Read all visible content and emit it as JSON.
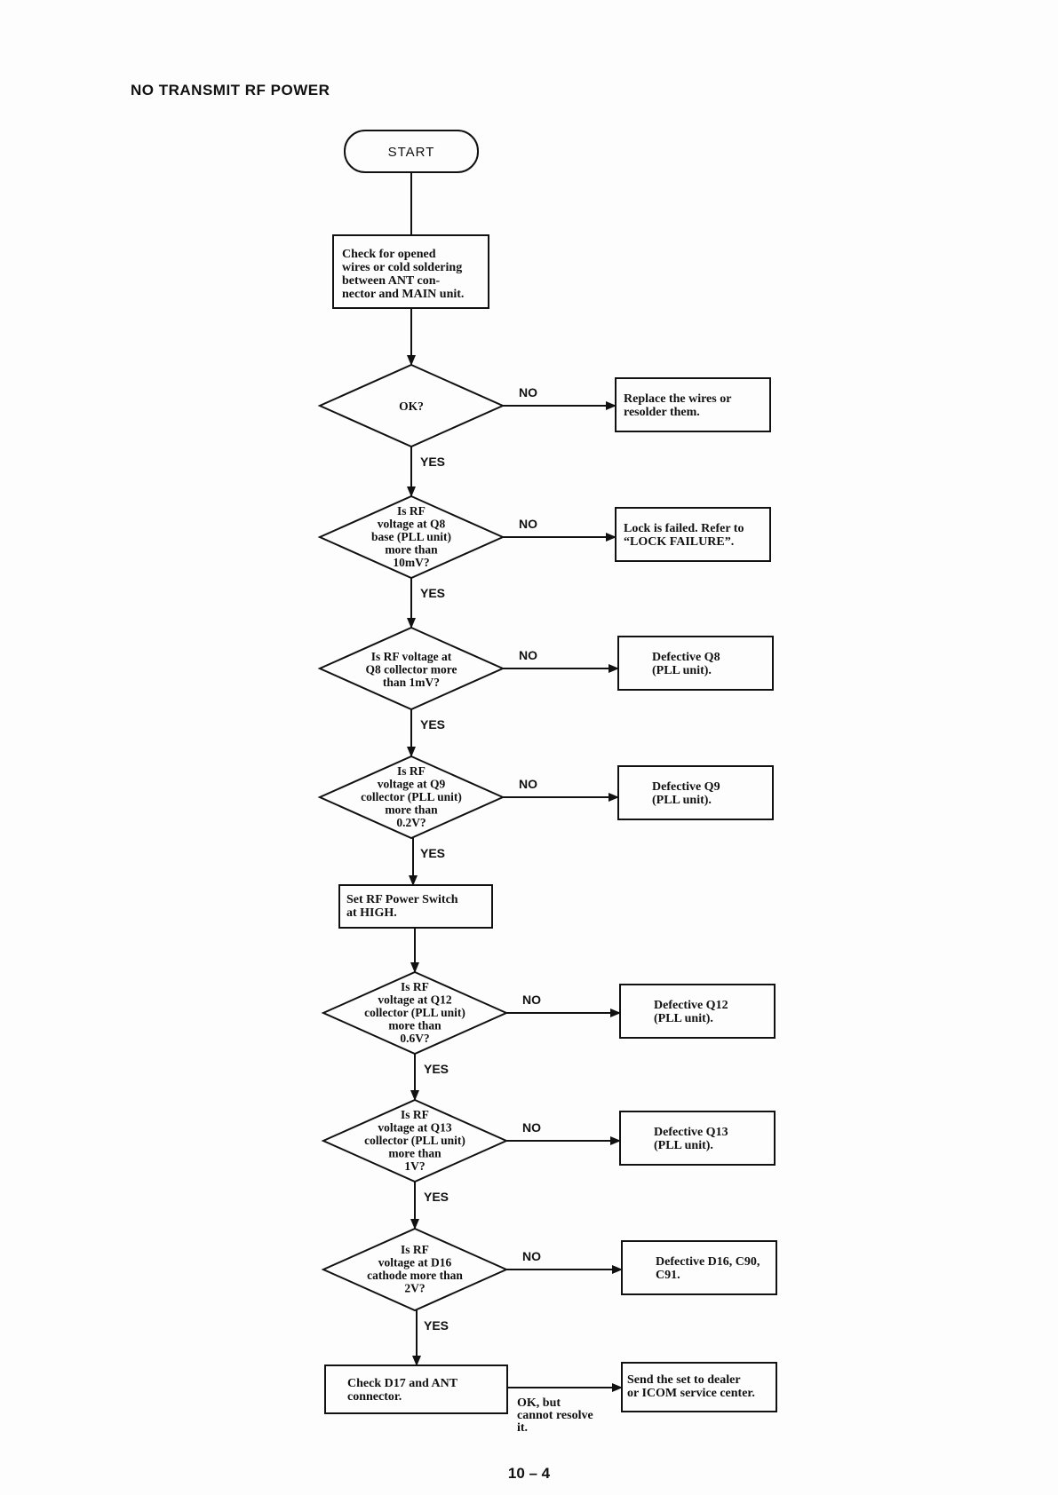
{
  "title": "NO TRANSMIT RF POWER",
  "page_number": "10 – 4",
  "flow": {
    "start": "START",
    "check_wires": [
      "Check for opened",
      "wires or cold soldering",
      "between ANT con-",
      "nector and MAIN unit."
    ],
    "decisions": [
      {
        "lines": [
          "OK?"
        ],
        "no_label": "NO",
        "yes_label": "YES",
        "result": [
          "Replace the wires or",
          "resolder them."
        ]
      },
      {
        "lines": [
          "Is RF",
          "voltage at Q8",
          "base (PLL unit)",
          "more than",
          "10mV?"
        ],
        "no_label": "NO",
        "yes_label": "YES",
        "result": [
          "Lock is failed. Refer to",
          "“LOCK FAILURE”."
        ]
      },
      {
        "lines": [
          "Is RF voltage at",
          "Q8 collector more",
          "than 1mV?"
        ],
        "no_label": "NO",
        "yes_label": "YES",
        "result": [
          "Defective Q8",
          "(PLL unit)."
        ]
      },
      {
        "lines": [
          "Is RF",
          "voltage at Q9",
          "collector (PLL unit)",
          "more than",
          "0.2V?"
        ],
        "no_label": "NO",
        "yes_label": "YES",
        "result": [
          "Defective Q9",
          "(PLL unit)."
        ]
      },
      {
        "lines": [
          "Is RF",
          "voltage at Q12",
          "collector (PLL unit)",
          "more than",
          "0.6V?"
        ],
        "no_label": "NO",
        "yes_label": "YES",
        "result": [
          "Defective Q12",
          "(PLL unit)."
        ]
      },
      {
        "lines": [
          "Is RF",
          "voltage at Q13",
          "collector (PLL unit)",
          "more than",
          "1V?"
        ],
        "no_label": "NO",
        "yes_label": "YES",
        "result": [
          "Defective Q13",
          "(PLL unit)."
        ]
      },
      {
        "lines": [
          "Is RF",
          "voltage at D16",
          "cathode more than",
          "2V?"
        ],
        "no_label": "NO",
        "yes_label": "YES",
        "result": [
          "Defective D16, C90,",
          "C91."
        ]
      }
    ],
    "set_switch": [
      "Set RF Power Switch",
      "at HIGH."
    ],
    "check_d17": [
      "Check D17 and ANT",
      "connector."
    ],
    "ok_label": [
      "OK, but",
      "cannot resolve",
      "it."
    ],
    "final_result": [
      "Send the set to dealer",
      "or ICOM service center."
    ]
  }
}
